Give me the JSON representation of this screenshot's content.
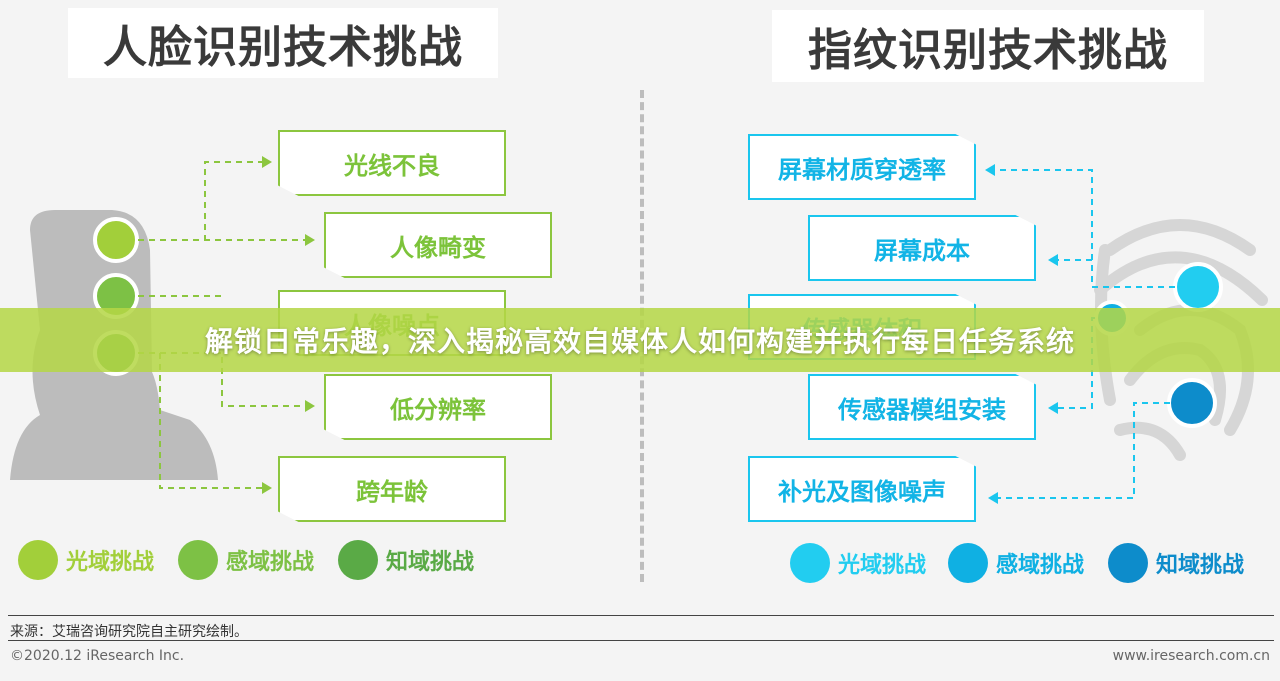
{
  "left": {
    "title": "人脸识别技术挑战",
    "boxes": [
      "光线不良",
      "人像畸变",
      "人像噪点",
      "低分辨率",
      "跨年龄"
    ],
    "legend": [
      {
        "label": "光域挑战",
        "color": "#a2cf3a"
      },
      {
        "label": "感域挑战",
        "color": "#7dc145"
      },
      {
        "label": "知域挑战",
        "color": "#5aaa46"
      }
    ]
  },
  "right": {
    "title": "指纹识别技术挑战",
    "boxes": [
      "屏幕材质穿透率",
      "屏幕成本",
      "传感器体积",
      "传感器模组安装",
      "补光及图像噪声"
    ],
    "legend": [
      {
        "label": "光域挑战",
        "color": "#22cdf0"
      },
      {
        "label": "感域挑战",
        "color": "#0fb0e3"
      },
      {
        "label": "知域挑战",
        "color": "#0d8ccb"
      }
    ]
  },
  "banner": {
    "text": "解锁日常乐趣，深入揭秘高效自媒体人如何构建并执行每日任务系统"
  },
  "footer": {
    "source": "来源：艾瑞咨询研究院自主研究绘制。",
    "copyright": "©2020.12 iResearch Inc.",
    "url": "www.iresearch.com.cn"
  },
  "colors": {
    "green_line": "#8cc63f",
    "blue_line": "#1ac6ee",
    "silhouette": "#bcbcbc"
  }
}
